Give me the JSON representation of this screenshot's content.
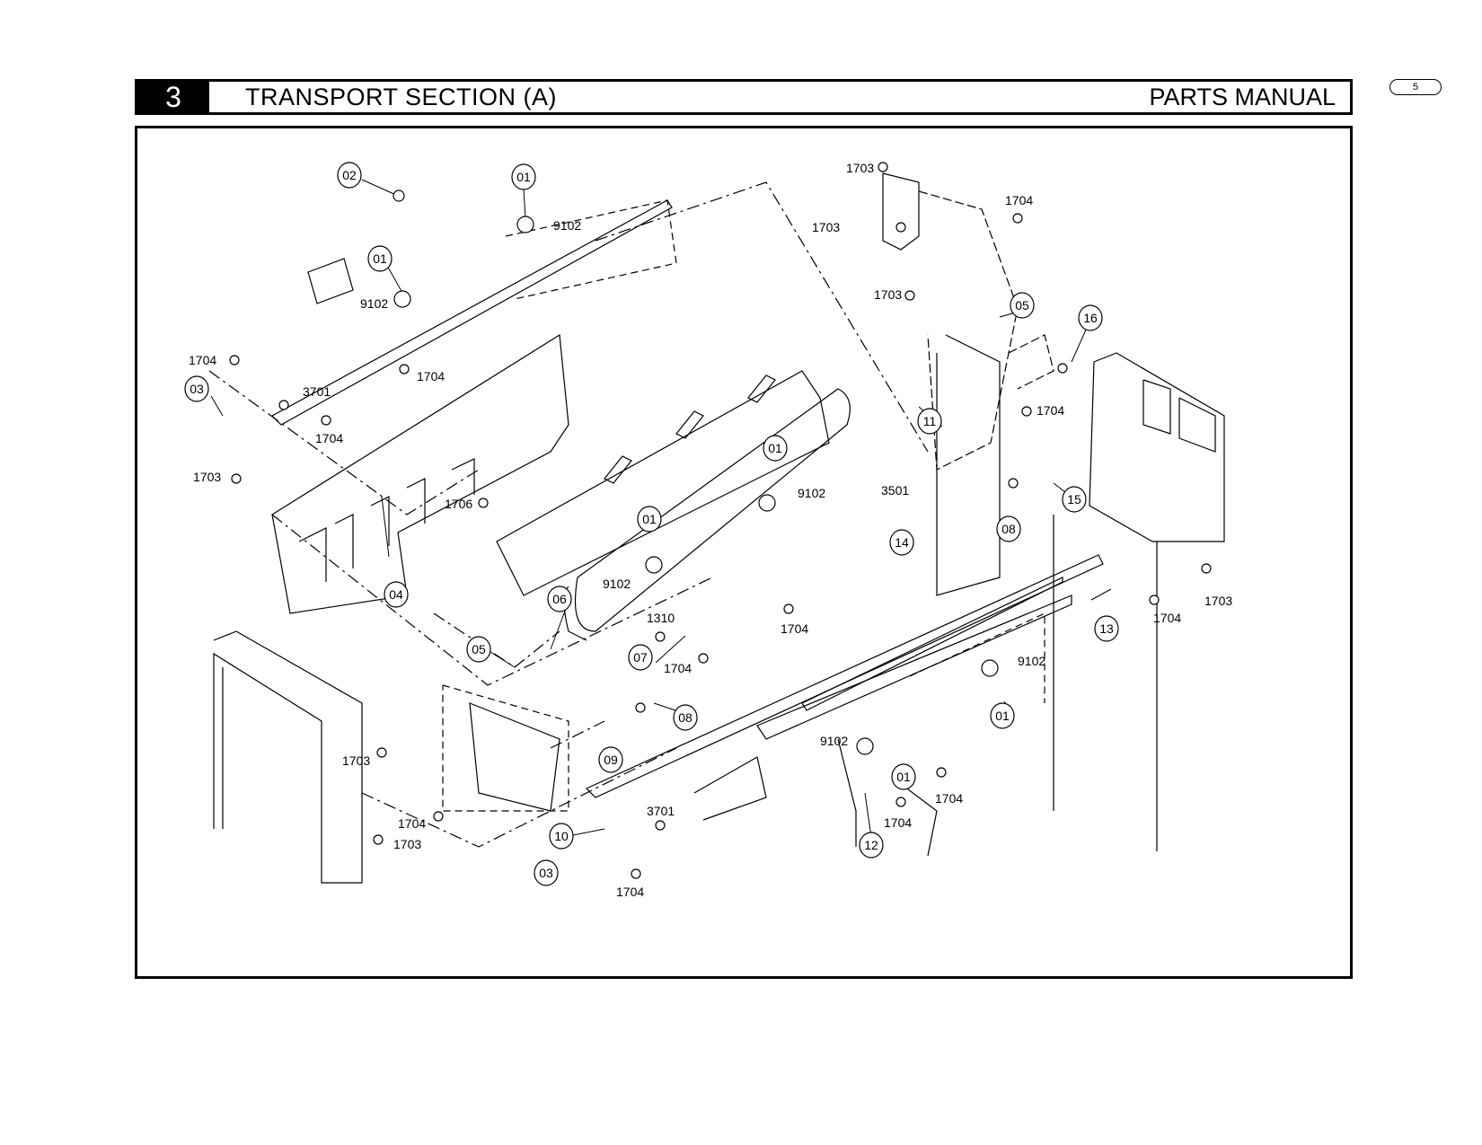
{
  "header": {
    "section_number": "3",
    "section_title": "TRANSPORT SECTION (A)",
    "manual_label": "PARTS MANUAL"
  },
  "page_number": "5",
  "callouts": {
    "c01a": "01",
    "c02": "02",
    "c01b": "01",
    "c03a": "03",
    "c01c": "01",
    "c04": "04",
    "c01d": "01",
    "c06": "06",
    "c05a": "05",
    "c07": "07",
    "c08a": "08",
    "c09": "09",
    "c10": "10",
    "c03b": "03",
    "c11": "11",
    "c05b": "05",
    "c16": "16",
    "c15": "15",
    "c08b": "08",
    "c14": "14",
    "c13": "13",
    "c01e": "01",
    "c01f": "01",
    "c12": "12"
  },
  "part_labels": {
    "p9102a": "9102",
    "p9102b": "9102",
    "p1704a": "1704",
    "p1704b": "1704",
    "p3701a": "3701",
    "p1704c": "1704",
    "p1703a": "1703",
    "p1706": "1706",
    "p9102c": "9102",
    "p9102d": "9102",
    "p1704d": "1704",
    "p1310": "1310",
    "p1704e": "1704",
    "p1703b": "1703",
    "p1704f": "1704",
    "p1703c": "1703",
    "p3701b": "3701",
    "p1704g": "1704",
    "p1703d": "1703",
    "p1703e": "1703",
    "p1704h": "1704",
    "p1703f": "1703",
    "p3501": "3501",
    "p1704i": "1704",
    "p1703g": "1703",
    "p1704j": "1704",
    "p9102e": "9102",
    "p9102f": "9102",
    "p1704k": "1704",
    "p1704l": "1704"
  }
}
